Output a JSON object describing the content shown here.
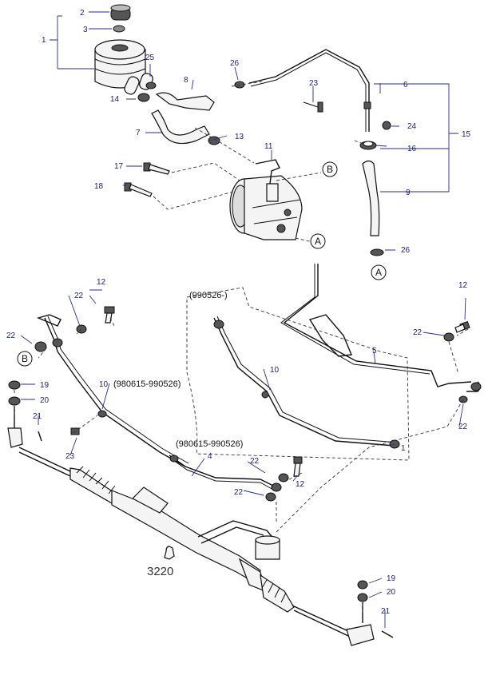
{
  "callouts": [
    {
      "n": "2"
    },
    {
      "n": "3"
    },
    {
      "n": "1"
    },
    {
      "n": "25"
    },
    {
      "n": "14"
    },
    {
      "n": "8"
    },
    {
      "n": "26"
    },
    {
      "n": "23"
    },
    {
      "n": "6"
    },
    {
      "n": "15"
    },
    {
      "n": "24"
    },
    {
      "n": "16"
    },
    {
      "n": "7"
    },
    {
      "n": "13"
    },
    {
      "n": "11"
    },
    {
      "n": "17"
    },
    {
      "n": "18"
    },
    {
      "n": "9"
    },
    {
      "n": "26"
    },
    {
      "n": "22"
    },
    {
      "n": "12"
    },
    {
      "n": "22"
    },
    {
      "n": "10"
    },
    {
      "n": "19"
    },
    {
      "n": "20"
    },
    {
      "n": "21"
    },
    {
      "n": "23"
    },
    {
      "n": "4"
    },
    {
      "n": "22"
    },
    {
      "n": "12"
    },
    {
      "n": "22"
    },
    {
      "n": "10"
    },
    {
      "n": "1"
    },
    {
      "n": "5"
    },
    {
      "n": "12"
    },
    {
      "n": "22"
    },
    {
      "n": "22"
    },
    {
      "n": "19"
    },
    {
      "n": "20"
    },
    {
      "n": "21"
    }
  ],
  "refs": {
    "a": "A",
    "b": "B"
  },
  "notes": {
    "d1": "(990526-)",
    "d2": "(980615-990526)",
    "d3": "(980615-990526)"
  },
  "group": {
    "code": "3220"
  }
}
